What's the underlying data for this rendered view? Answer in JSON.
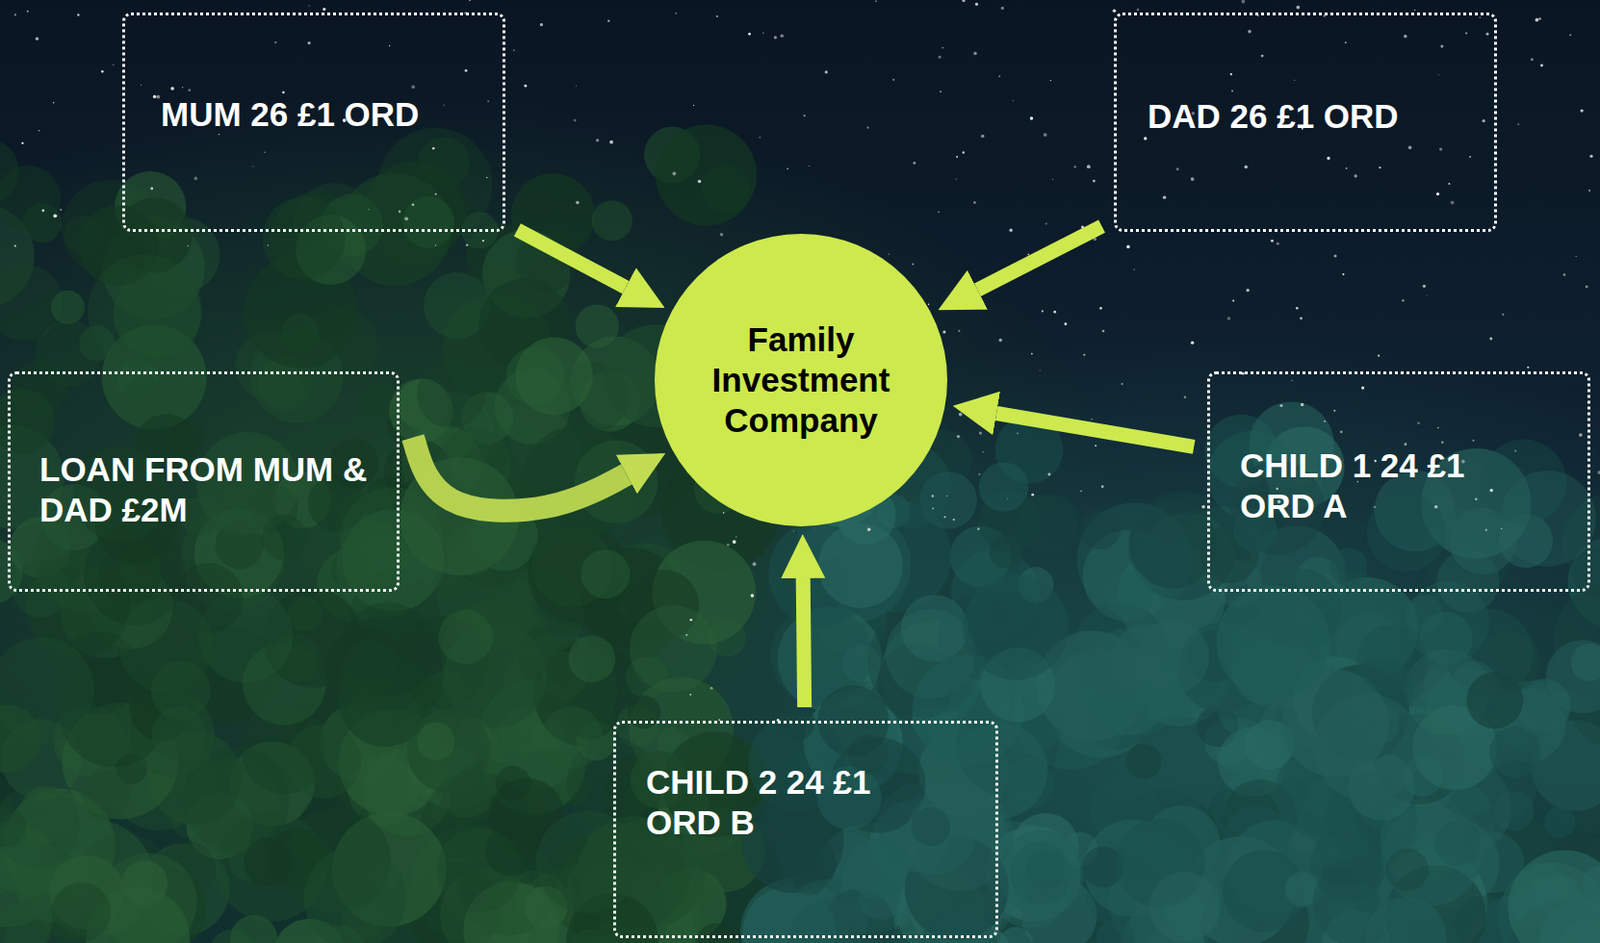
{
  "diagram": {
    "nodes": [
      {
        "text": [
          "MUM 26 £1 ORD"
        ]
      },
      {
        "text": [
          "DAD 26 £1 ORD"
        ]
      },
      {
        "text": [
          "LOAN FROM MUM & DAD £2M"
        ]
      },
      {
        "text": [
          "Family Investment Company"
        ]
      },
      {
        "text": [
          "CHILD 1 24 £1 ORD A"
        ]
      },
      {
        "text": [
          "CHILD 2 24 £1 ORD B"
        ]
      }
    ],
    "edges": [
      {
        "from": 0,
        "to": 3,
        "arrow": "to"
      },
      {
        "from": 1,
        "to": 3,
        "arrow": "to"
      },
      {
        "from": 2,
        "to": 3,
        "arrow": "to"
      },
      {
        "from": 4,
        "to": 3,
        "arrow": "to"
      },
      {
        "from": 5,
        "to": 3,
        "arrow": "to"
      }
    ]
  }
}
